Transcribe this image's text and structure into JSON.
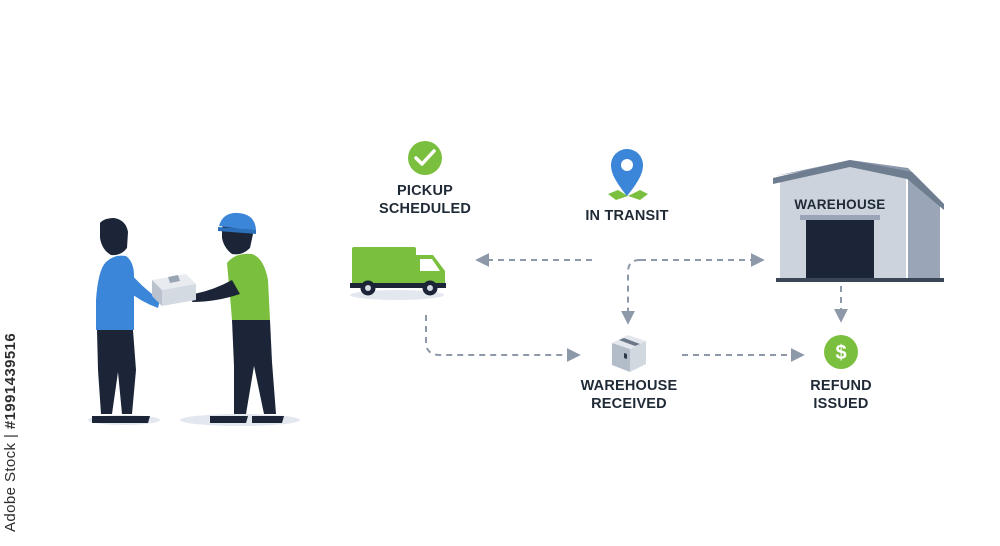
{
  "steps": {
    "pickup": [
      "PICKUP",
      "SCHEDULED"
    ],
    "transit": "IN TRANSIT",
    "received": [
      "WAREHOUSE",
      "RECEIVED"
    ],
    "refund": [
      "REFUND",
      "ISSUED"
    ]
  },
  "warehouse_sign": "WAREHOUSE",
  "watermark": {
    "source": "Adobe Stock",
    "separator": " | ",
    "id": "#1991439516"
  },
  "icons": {
    "pickup": "check-circle-icon",
    "transit": "map-pin-icon",
    "vehicle": "delivery-truck-icon",
    "building": "warehouse-icon",
    "received": "package-box-icon",
    "refund": "dollar-circle-icon"
  },
  "colors": {
    "green": "#7bbf3f",
    "blue": "#3b86d8",
    "navy": "#1c2538",
    "arrow": "#8d99a8",
    "warehouse_wall": "#cdd3dc",
    "warehouse_roof": "#6f7d91"
  }
}
